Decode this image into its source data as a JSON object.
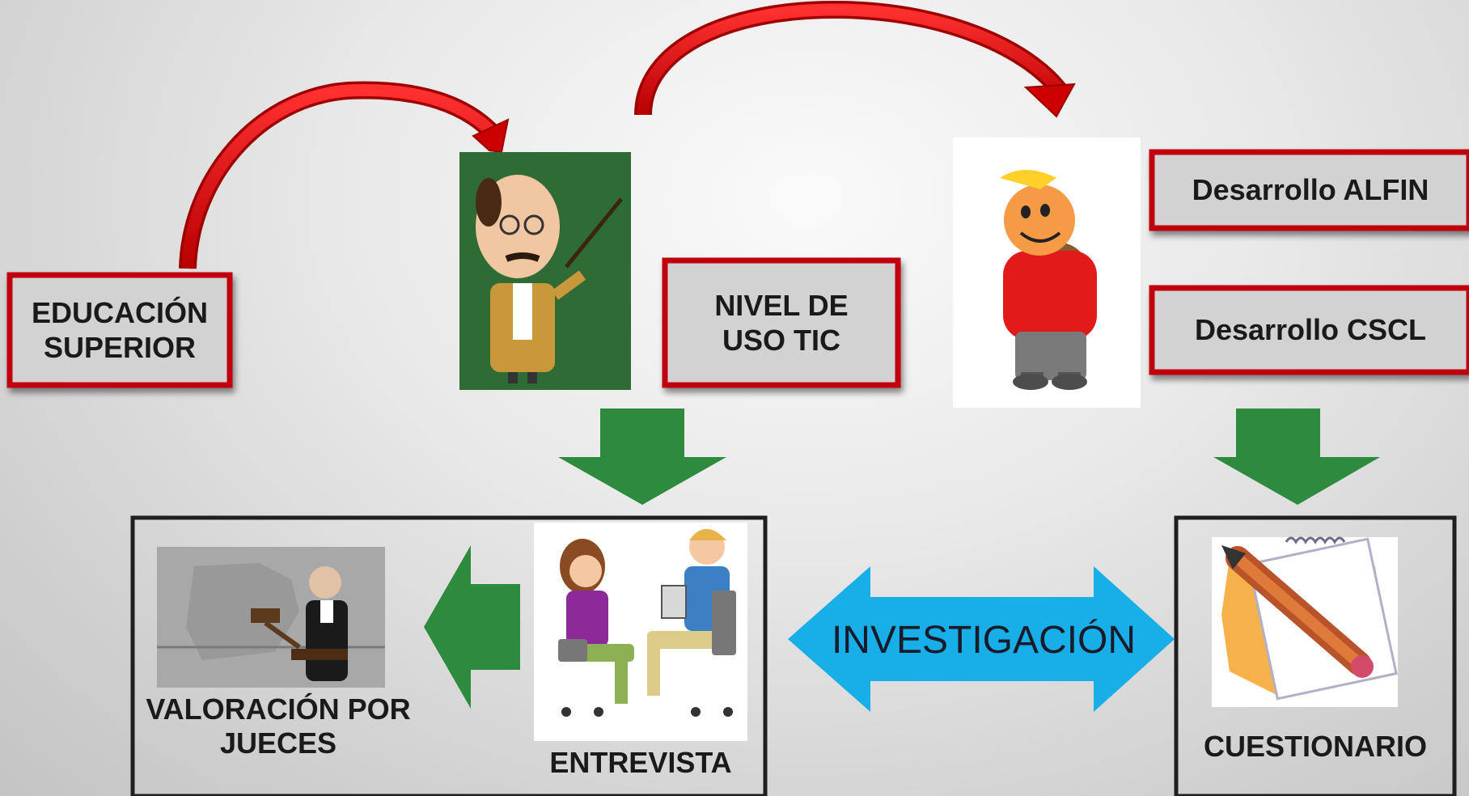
{
  "labels": {
    "educacion_superior": [
      "EDUCACIÓN",
      "SUPERIOR"
    ],
    "nivel_uso_tic": [
      "NIVEL DE",
      "USO TIC"
    ],
    "desarrollo_alfin": "Desarrollo ALFIN",
    "desarrollo_cscl": "Desarrollo CSCL",
    "investigacion": "INVESTIGACIÓN",
    "valoracion": [
      "VALORACIÓN POR",
      "JUECES"
    ],
    "entrevista": "ENTREVISTA",
    "cuestionario": "CUESTIONARIO"
  },
  "colors": {
    "red_box_border": "#c0000b",
    "box_fill": "#d2d2d2",
    "red_arrow": "#cc0000",
    "green_arrow": "#2e8b3e",
    "blue_arrow": "#18aee8",
    "dark_frame": "#1f1f1f"
  },
  "icons": [
    "teacher-pointer-icon",
    "student-backpack-icon",
    "judge-gavel-icon",
    "interview-people-icon",
    "questionnaire-pencil-icon"
  ]
}
